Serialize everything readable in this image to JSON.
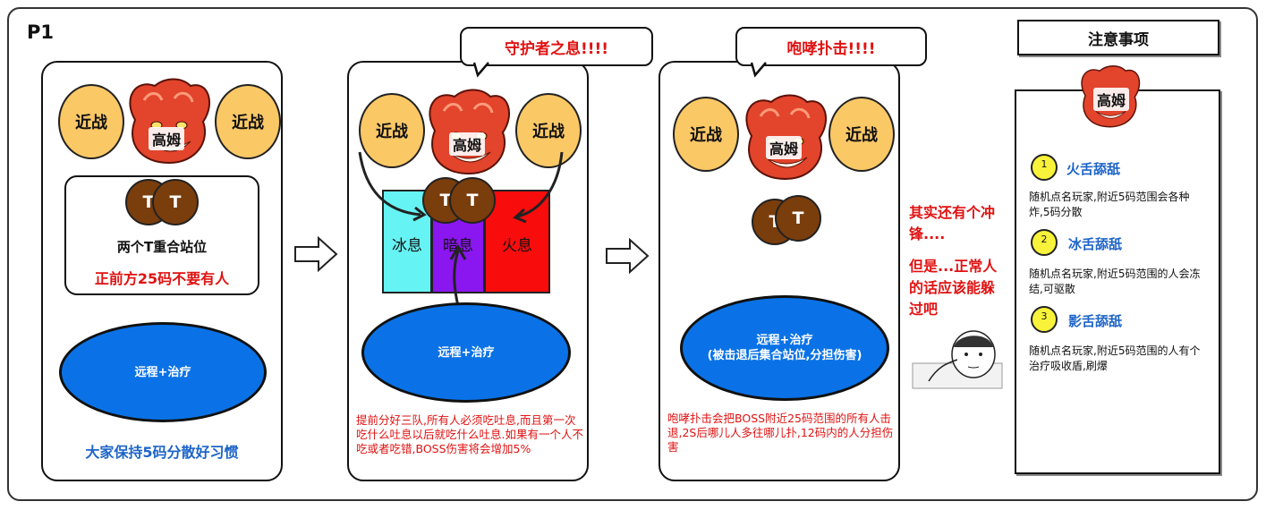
{
  "phase_label": "P1",
  "boss_name": "高姆",
  "melee_label": "近战",
  "tank_label": "T",
  "panel1": {
    "tank_note": "两个T重合站位",
    "front_warning": "正前方25码不要有人",
    "ranged_label": "远程+治疗",
    "spread_note": "大家保持5码分散好习惯"
  },
  "panel2": {
    "callout": "守护者之息!!!!",
    "zones": [
      "冰息",
      "暗息",
      "火息"
    ],
    "ranged_label": "远程+治疗",
    "note": "提前分好三队,所有人必须吃吐息,而且第一次吃什么吐息以后就吃什么吐息.如果有一个人不吃或者吃错,BOSS伤害将会增加5%"
  },
  "panel3": {
    "callout": "咆哮扑击!!!!",
    "ranged_label": "远程+治疗",
    "ranged_sub": "(被击退后集合站位,分担伤害)",
    "note": "咆哮扑击会把BOSS附近25码范围的所有人击退,2S后哪儿人多往哪儿扑,12码内的人分担伤害"
  },
  "charge_note": {
    "line1": "其实还有个冲锋....",
    "line2": "但是...正常人的话应该能躲过吧"
  },
  "sidebar": {
    "title": "注意事项",
    "boss_name": "高姆",
    "skills": [
      {
        "num": "1",
        "name": "火舌舔舐",
        "desc": "随机点名玩家,附近5码范围会各种炸,5码分散"
      },
      {
        "num": "2",
        "name": "冰舌舔舐",
        "desc": "随机点名玩家,附近5码范围的人会冻结,可驱散"
      },
      {
        "num": "3",
        "name": "影舌舔舐",
        "desc": "随机点名玩家,附近5码范围的人有个治疗吸收盾,刷爆"
      }
    ]
  },
  "colors": {
    "melee": "#fbc866",
    "tank": "#7a3d0c",
    "ranged": "#0a72e6",
    "ice_zone": "#66f3f3",
    "shadow_zone": "#8a16f0",
    "fire_zone": "#f80c0c",
    "warning_red": "#e01212",
    "note_blue": "#1e64c8",
    "badge_yellow": "#f8f23a",
    "boss_red": "#e2442c"
  }
}
